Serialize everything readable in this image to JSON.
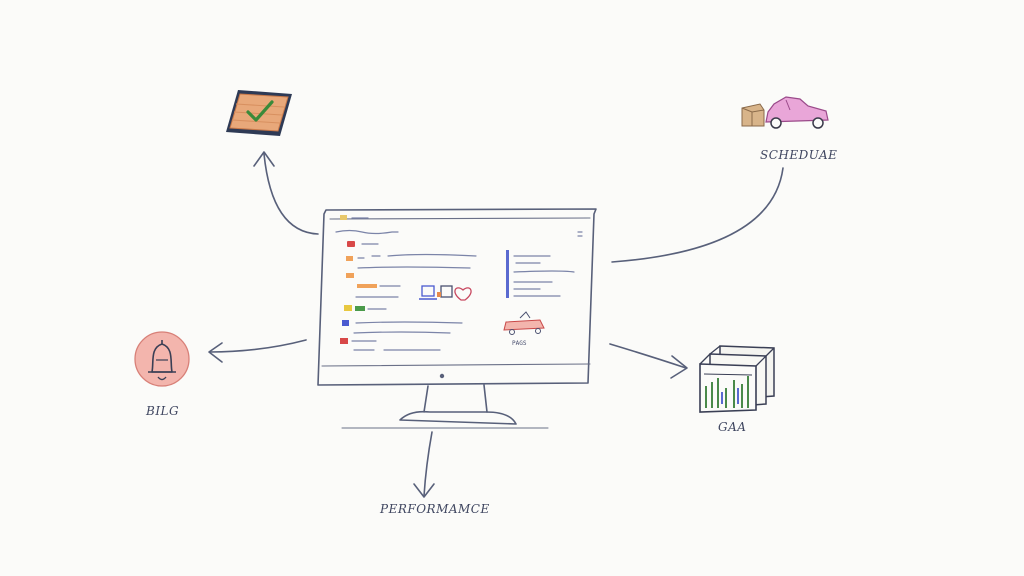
{
  "nodes": {
    "schedule": {
      "label": "SCHEDUAE"
    },
    "bell": {
      "label": "BILG"
    },
    "data": {
      "label": "GAA"
    },
    "performance": {
      "label": "PERFORMAMCE"
    }
  },
  "screen": {
    "annotation": "PAGS"
  },
  "colors": {
    "ink": "#58607a",
    "task_orange": "#e8a87a",
    "task_green": "#4a9a4a",
    "bell_fill": "#f3b5ad",
    "car_pink": "#e9a6d8",
    "box_tan": "#d8b48a",
    "chart_green": "#4a8a4a",
    "chart_blue": "#5a6ad0"
  },
  "icons": [
    "checklist-icon",
    "delivery-icon",
    "bell-icon",
    "server-rack-icon"
  ]
}
